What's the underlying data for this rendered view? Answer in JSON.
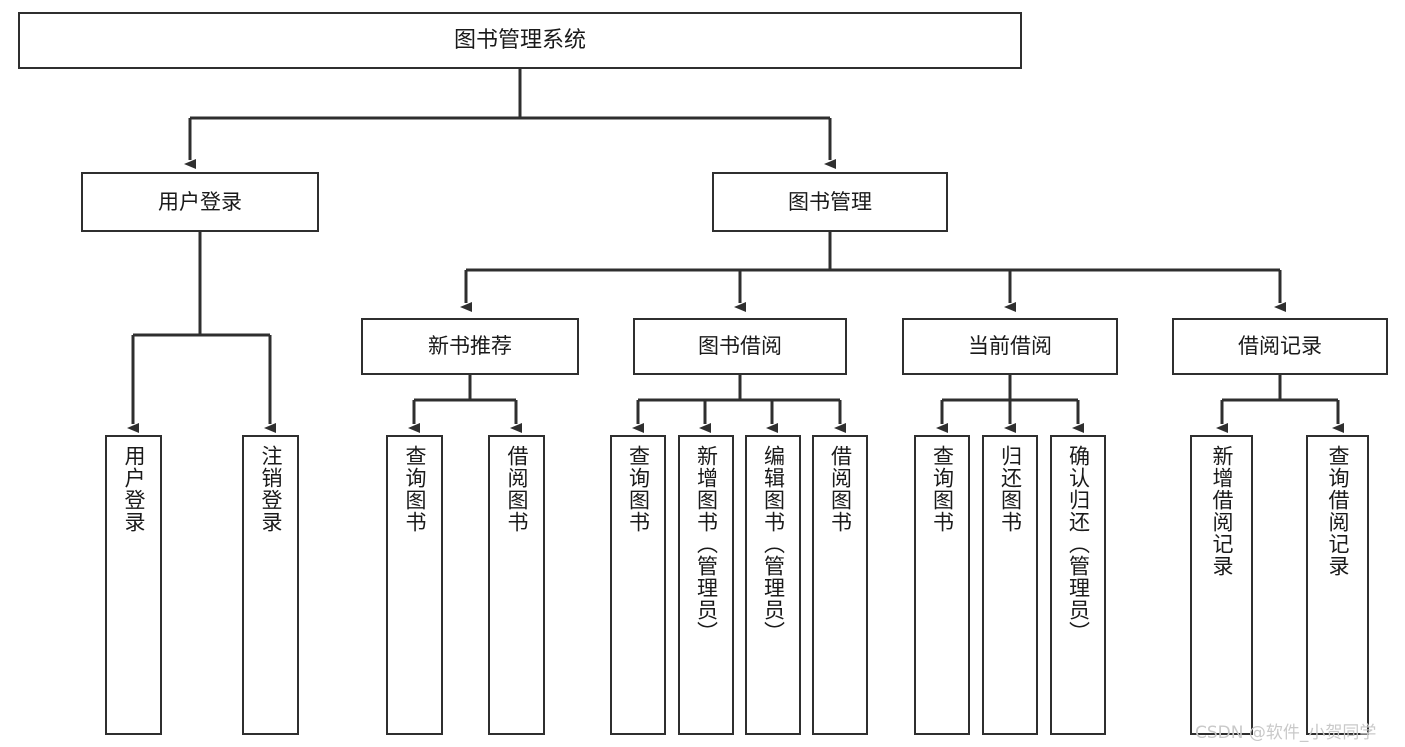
{
  "diagram": {
    "type": "tree",
    "title": "图书管理系统",
    "background_color": "#ffffff",
    "line_color": "#2f2f2f",
    "box_fill": "#ffffff",
    "box_border": "#2f2f2f"
  },
  "nodes": {
    "root": {
      "label": "图书管理系统"
    },
    "level2": [
      {
        "label": "用户登录"
      },
      {
        "label": "图书管理"
      }
    ],
    "level3": [
      {
        "label": "新书推荐"
      },
      {
        "label": "图书借阅"
      },
      {
        "label": "当前借阅"
      },
      {
        "label": "借阅记录"
      }
    ],
    "leaves_user_login": [
      {
        "label": "用户登录"
      },
      {
        "label": "注销登录"
      }
    ],
    "leaves_new_books": [
      {
        "label": "查询图书"
      },
      {
        "label": "借阅图书"
      }
    ],
    "leaves_borrow": [
      {
        "label": "查询图书"
      },
      {
        "label": "新增图书（管理员）"
      },
      {
        "label": "编辑图书（管理员）"
      },
      {
        "label": "借阅图书"
      }
    ],
    "leaves_current": [
      {
        "label": "查询图书"
      },
      {
        "label": "归还图书"
      },
      {
        "label": "确认归还（管理员）"
      }
    ],
    "leaves_records": [
      {
        "label": "新增借阅记录"
      },
      {
        "label": "查询借阅记录"
      }
    ]
  },
  "watermark": {
    "text": "CSDN @软件_小贺同学",
    "color": "#c9c9c9"
  }
}
